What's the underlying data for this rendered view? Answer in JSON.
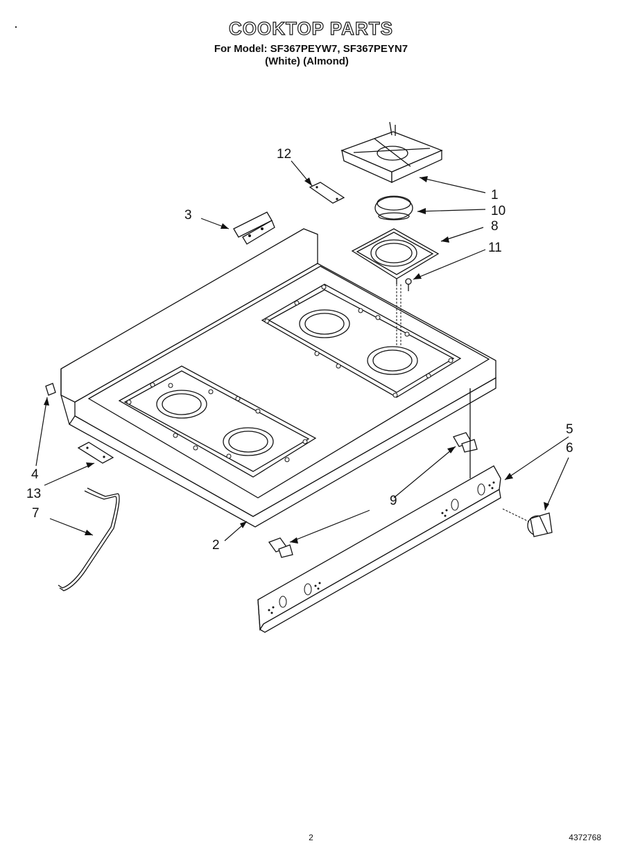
{
  "header": {
    "title": "COOKTOP PARTS",
    "model_line": "For Model: SF367PEYW7, SF367PEYN7",
    "color_line": "(White)    (Almond)"
  },
  "callouts": [
    {
      "label": "1",
      "part": "grate"
    },
    {
      "label": "10",
      "part": "burner-cap"
    },
    {
      "label": "8",
      "part": "burner-bowl"
    },
    {
      "label": "11",
      "part": "screw"
    },
    {
      "label": "12",
      "part": "hinge-right"
    },
    {
      "label": "3",
      "part": "hinge-bracket"
    },
    {
      "label": "4",
      "part": "clip-left"
    },
    {
      "label": "13",
      "part": "hinge-left"
    },
    {
      "label": "7",
      "part": "support-rod"
    },
    {
      "label": "2",
      "part": "cooktop"
    },
    {
      "label": "9",
      "part": "clip"
    },
    {
      "label": "9",
      "part": "clip"
    },
    {
      "label": "5",
      "part": "control-panel"
    },
    {
      "label": "6",
      "part": "knob"
    }
  ],
  "footer": {
    "page": "2",
    "code": "4372768"
  }
}
